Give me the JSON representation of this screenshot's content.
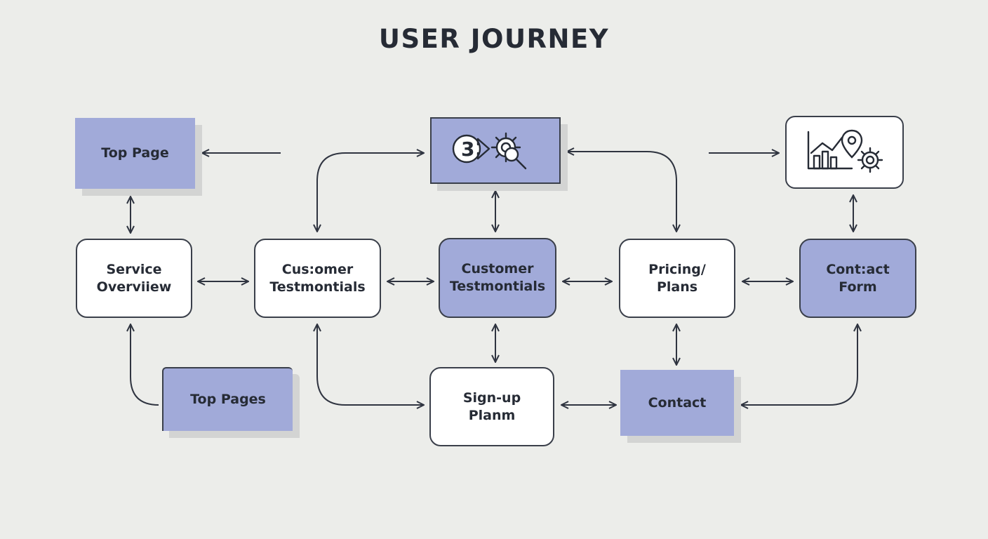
{
  "diagram": {
    "title": "USER JOURNEY",
    "nodes": {
      "top_page": "Top Page",
      "service_overview": "Service\nOverviiew",
      "customer_testimonials_1": "Cus:omer\nTestmontials",
      "customer_testimonials_2": "Customer\nTestmontials",
      "pricing_plans": "Pricing/\nPlans",
      "contact_form": "Cont:act\nForm",
      "top_pages": "Top Pages",
      "signup_plan": "Sign-up\nPlanm",
      "contact": "Contact"
    },
    "icons": {
      "process_card": [
        "cycle-number-icon",
        "gear-icon",
        "magnifier-icon"
      ],
      "analytics_card": [
        "bar-chart-icon",
        "map-pin-icon",
        "gear-icon"
      ]
    },
    "colors": {
      "background": "#ecedea",
      "node_fill_accent": "#a1aad9",
      "node_fill_plain": "#ffffff",
      "stroke": "#2f3440",
      "text": "#262b35"
    }
  }
}
